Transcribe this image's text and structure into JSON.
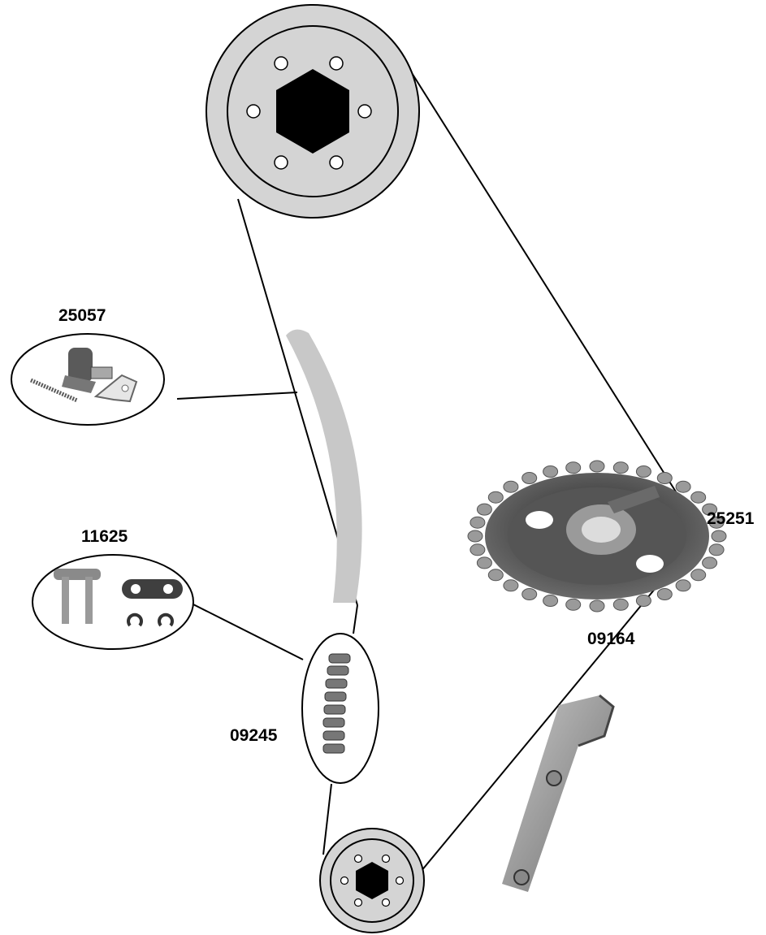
{
  "parts": [
    {
      "id": "25057",
      "label": "25057",
      "name": "chain tensioner"
    },
    {
      "id": "11625",
      "label": "11625",
      "name": "connecting link"
    },
    {
      "id": "25251",
      "label": "25251",
      "name": "camshaft sprocket"
    },
    {
      "id": "09245",
      "label": "09245",
      "name": "timing chain"
    },
    {
      "id": "09164",
      "label": "09164",
      "name": "chain guide"
    }
  ],
  "colors": {
    "pulley_fill": "#d4d4d4",
    "guide_fill": "#c8c8c8",
    "hub": "#000000",
    "line": "#000000",
    "metal_dark": "#5a5a5a",
    "metal_light": "#a8a8a8"
  }
}
